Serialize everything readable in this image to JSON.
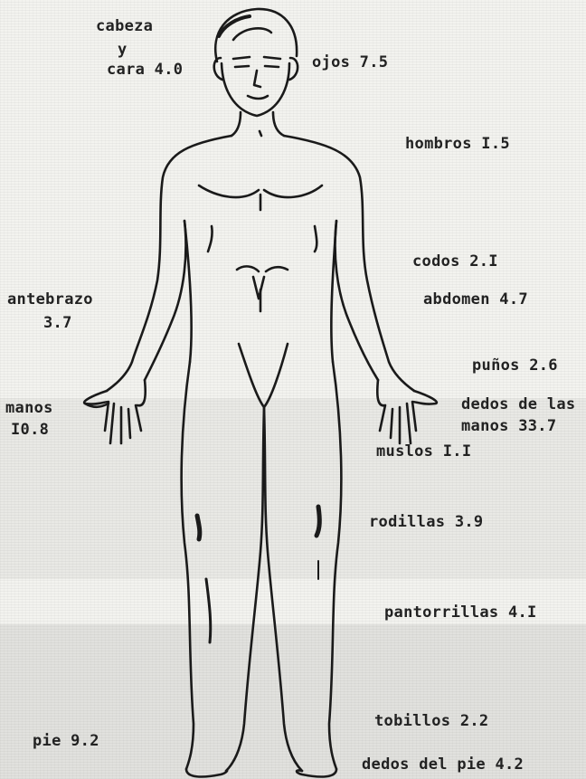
{
  "labels": {
    "cabeza_1": "cabeza",
    "cabeza_2": "y",
    "cabeza_3": "cara 4.0",
    "ojos": "ojos 7.5",
    "hombros": "hombros I.5",
    "codos": "codos 2.I",
    "antebrazo_1": "antebrazo",
    "antebrazo_2": "3.7",
    "abdomen": "abdomen 4.7",
    "punos": "puños 2.6",
    "manos_1": "manos",
    "manos_2": "I0.8",
    "dedos_manos_1": "dedos de las",
    "dedos_manos_2": "manos 33.7",
    "muslos": "muslos I.I",
    "rodillas": "rodillas 3.9",
    "pantorrillas": "pantorrillas 4.I",
    "tobillos": "tobillos  2.2",
    "pie": "pie  9.2",
    "dedos_pie": "dedos del pie  4.2"
  }
}
